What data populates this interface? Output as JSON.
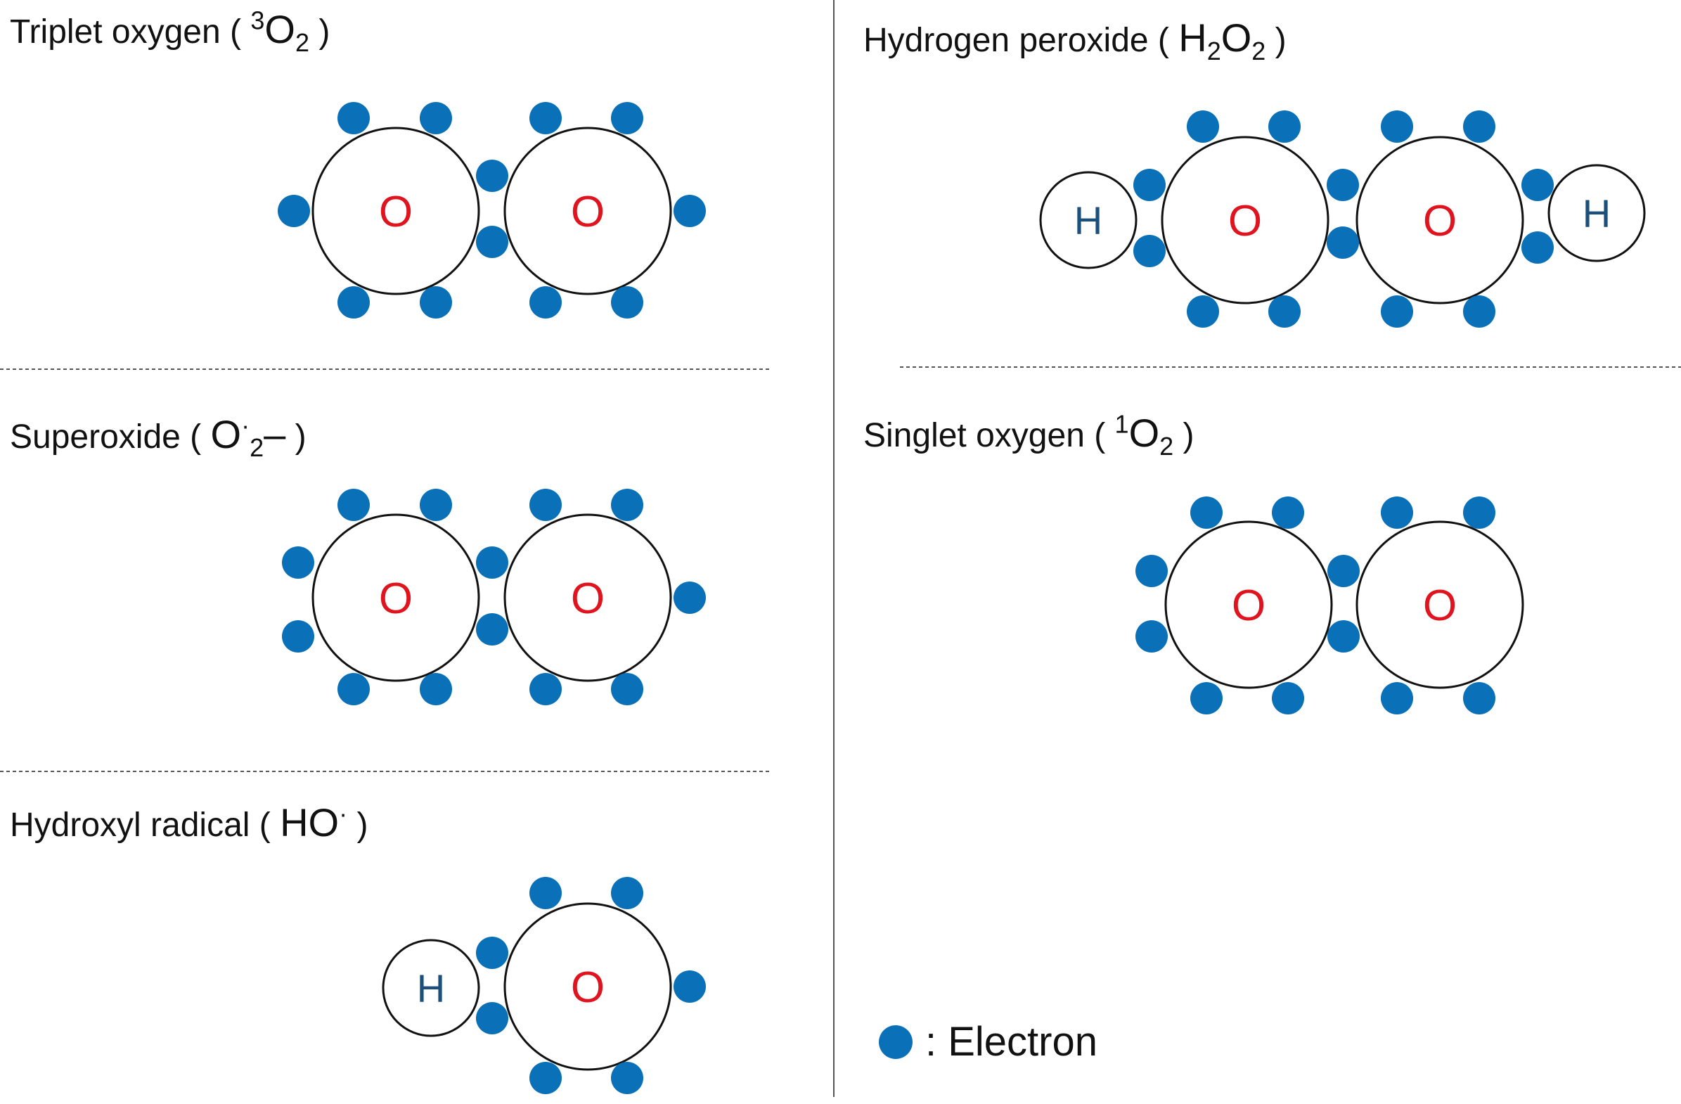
{
  "colors": {
    "electron": "#0a70b8",
    "oxygen_label": "#e0141e",
    "hydrogen_label": "#1b4f7c",
    "outline": "#111111",
    "divider": "#555555"
  },
  "labels": {
    "oxygen": "O",
    "hydrogen": "H"
  },
  "legend": {
    "symbol": "electron-dot",
    "text": ": Electron"
  },
  "molecules": [
    {
      "id": "triplet-oxygen",
      "title": {
        "name": "Triplet oxygen (",
        "pre_sup": "3",
        "base": "O",
        "sub": "2",
        "post_sup": "",
        "suffix": "",
        "close": ")"
      }
    },
    {
      "id": "superoxide",
      "title": {
        "name": "Superoxide (",
        "pre_sup": "",
        "base": "O",
        "post_sup": "·",
        "sub": "2",
        "suffix": "–",
        "close": ")"
      }
    },
    {
      "id": "hydroxyl-radical",
      "title": {
        "name": "Hydroxyl radical (",
        "pre_sup": "",
        "base": "HO",
        "post_sup": "·",
        "sub": "",
        "suffix": "",
        "close": ")"
      }
    },
    {
      "id": "hydrogen-peroxide",
      "title": {
        "name": "Hydrogen peroxide (",
        "pre_sup": "",
        "base": "H",
        "sub": "2",
        "base2": "O",
        "sub2": "2",
        "close": ")"
      }
    },
    {
      "id": "singlet-oxygen",
      "title": {
        "name": "Singlet oxygen (",
        "pre_sup": "1",
        "base": "O",
        "sub": "2",
        "post_sup": "",
        "suffix": "",
        "close": ")"
      }
    }
  ]
}
